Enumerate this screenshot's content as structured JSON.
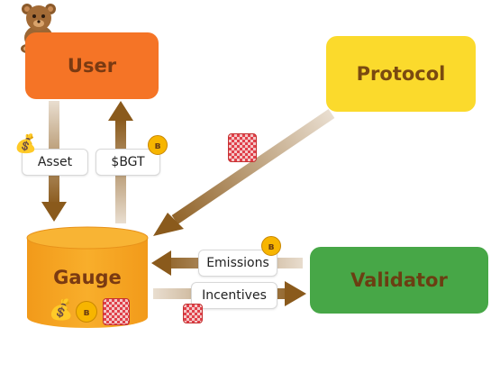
{
  "nodes": {
    "user": "User",
    "protocol": "Protocol",
    "gauge": "Gauge",
    "validator": "Validator"
  },
  "edge_labels": {
    "asset": "Asset",
    "bgt": "$BGT",
    "emissions": "Emissions",
    "incentives": "Incentives"
  },
  "icons": [
    "bear-mascot-icon",
    "money-bag-icon",
    "bgt-token-icon",
    "incentive-token-icon"
  ],
  "colors": {
    "user": "#F57426",
    "protocol": "#FBDA2C",
    "gauge": "#F6A61F",
    "validator": "#47A747",
    "arrow": "#8A5A1C"
  }
}
